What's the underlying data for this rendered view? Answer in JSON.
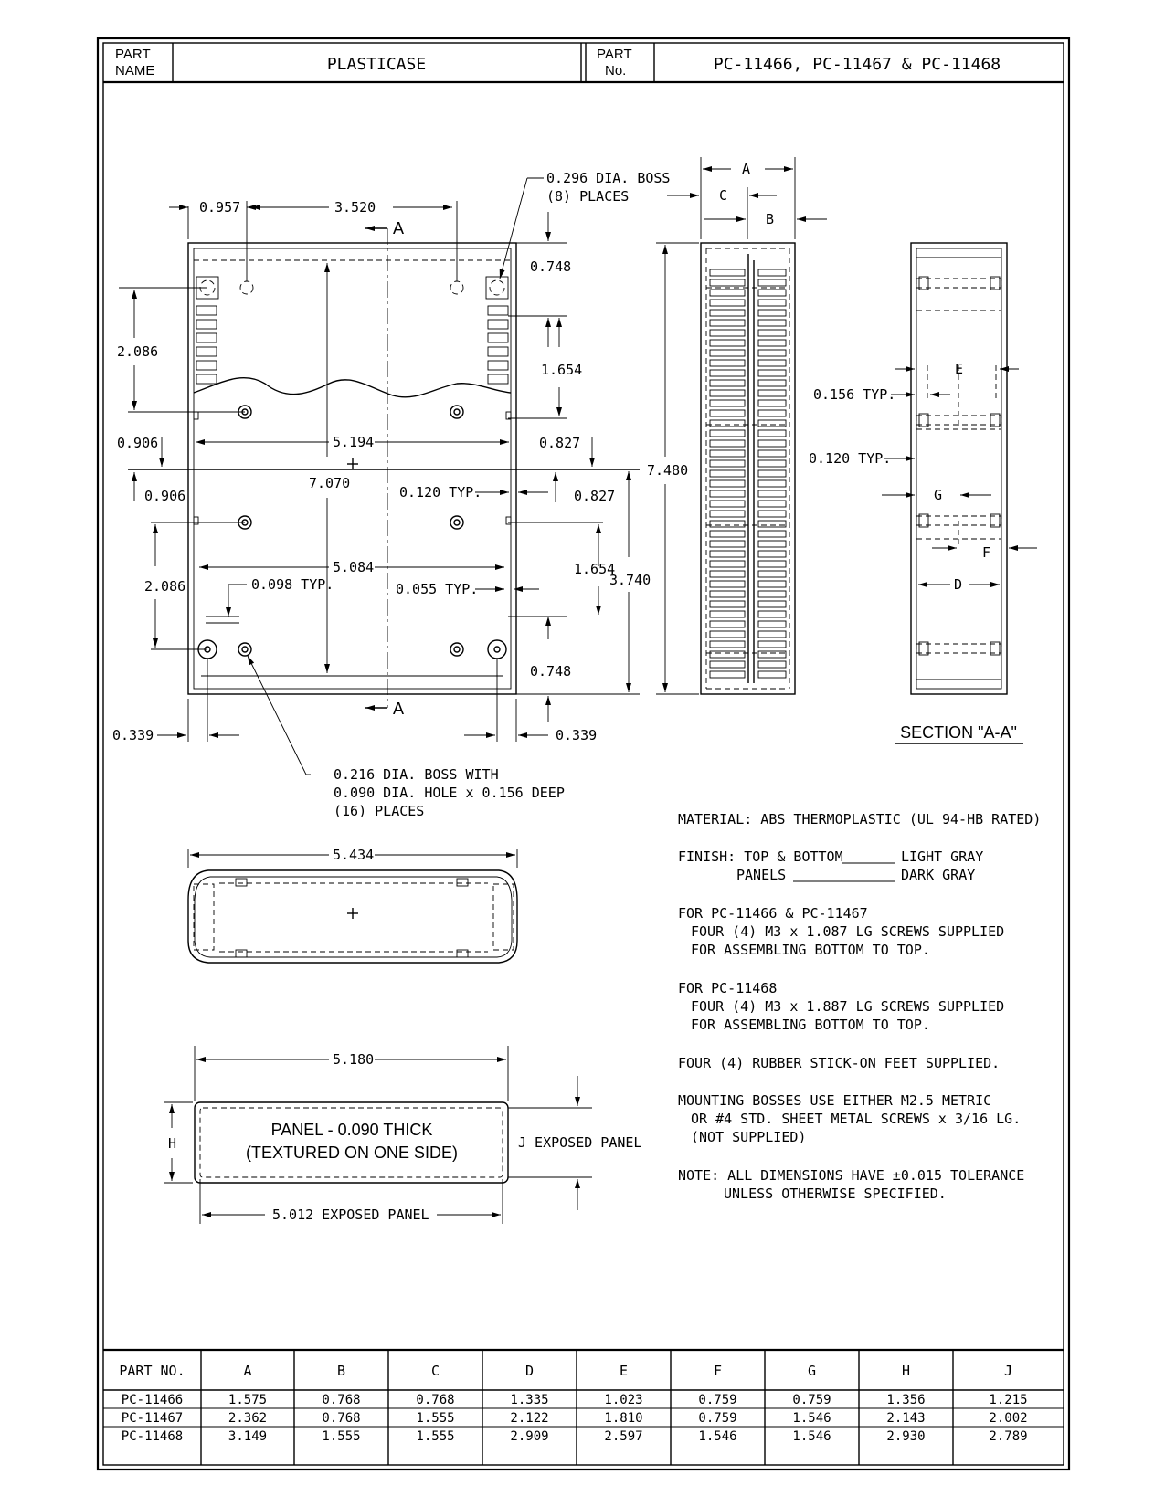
{
  "title_block": {
    "part_name_label_1": "PART",
    "part_name_label_2": "NAME",
    "part_name": "PLASTICASE",
    "part_no_label_1": "PART",
    "part_no_label_2": "No.",
    "part_no": "PC-11466, PC-11467 & PC-11468"
  },
  "top_view": {
    "dims": {
      "d0957": "0.957",
      "d3520": "3.520",
      "section_a_top": "A",
      "section_a_bottom": "A",
      "boss_note_1": "0.296 DIA. BOSS",
      "boss_note_2": "(8) PLACES",
      "d0748_top": "0.748",
      "d2086_top": "2.086",
      "d1654_top": "1.654",
      "d0906_top": "0.906",
      "d5194": "5.194",
      "d0827_top": "0.827",
      "d7070": "7.070",
      "d0906_bot": "0.906",
      "d0120": "0.120 TYP.",
      "d0827_bot": "0.827",
      "d5084": "5.084",
      "d1654_bot": "1.654",
      "d3740": "3.740",
      "d2086_bot": "2.086",
      "d0098": "0.098 TYP.",
      "d0055": "0.055 TYP.",
      "d0748_bot": "0.748",
      "d0339_left": "0.339",
      "d0339_right": "0.339",
      "hole_note_1": "0.216 DIA. BOSS WITH",
      "hole_note_2": "0.090 DIA. HOLE x 0.156 DEEP",
      "hole_note_3": "(16) PLACES"
    }
  },
  "side_view": {
    "dims": {
      "a": "A",
      "b": "B",
      "c": "C",
      "d7480": "7.480"
    }
  },
  "section_view": {
    "dims": {
      "e": "E",
      "d0156": "0.156 TYP.",
      "d0120": "0.120 TYP.",
      "g": "G",
      "f": "F",
      "d": "D"
    },
    "title": "SECTION \"A-A\""
  },
  "front_view": {
    "dims": {
      "d5434": "5.434"
    }
  },
  "panel_view": {
    "dims": {
      "d5180": "5.180",
      "h": "H",
      "j": "J EXPOSED PANEL",
      "d5012": "5.012 EXPOSED PANEL"
    },
    "label_1": "PANEL - 0.090 THICK",
    "label_2": "(TEXTURED ON ONE SIDE)"
  },
  "notes": [
    "MATERIAL: ABS THERMOPLASTIC (UL 94-HB RATED)",
    "FINISH: TOP & BOTTOM",
    "LIGHT GRAY",
    "PANELS",
    "DARK GRAY",
    "FOR PC-11466 & PC-11467",
    "FOUR (4) M3 x 1.087 LG SCREWS SUPPLIED",
    "FOR ASSEMBLING BOTTOM TO TOP.",
    "FOR PC-11468",
    "FOUR (4) M3 x 1.887 LG SCREWS SUPPLIED",
    "FOR ASSEMBLING BOTTOM TO TOP.",
    "FOUR (4) RUBBER STICK-ON FEET SUPPLIED.",
    "MOUNTING BOSSES USE EITHER M2.5 METRIC",
    "OR #4 STD. SHEET METAL SCREWS x 3/16 LG.",
    "(NOT SUPPLIED)",
    "NOTE: ALL DIMENSIONS HAVE ±0.015 TOLERANCE",
    "UNLESS OTHERWISE SPECIFIED."
  ],
  "table": {
    "headers": [
      "PART NO.",
      "A",
      "B",
      "C",
      "D",
      "E",
      "F",
      "G",
      "H",
      "J"
    ],
    "rows": [
      [
        "PC-11466",
        "1.575",
        "0.768",
        "0.768",
        "1.335",
        "1.023",
        "0.759",
        "0.759",
        "1.356",
        "1.215"
      ],
      [
        "PC-11467",
        "2.362",
        "0.768",
        "1.555",
        "2.122",
        "1.810",
        "0.759",
        "1.546",
        "2.143",
        "2.002"
      ],
      [
        "PC-11468",
        "3.149",
        "1.555",
        "1.555",
        "2.909",
        "2.597",
        "1.546",
        "1.546",
        "2.930",
        "2.789"
      ]
    ]
  }
}
